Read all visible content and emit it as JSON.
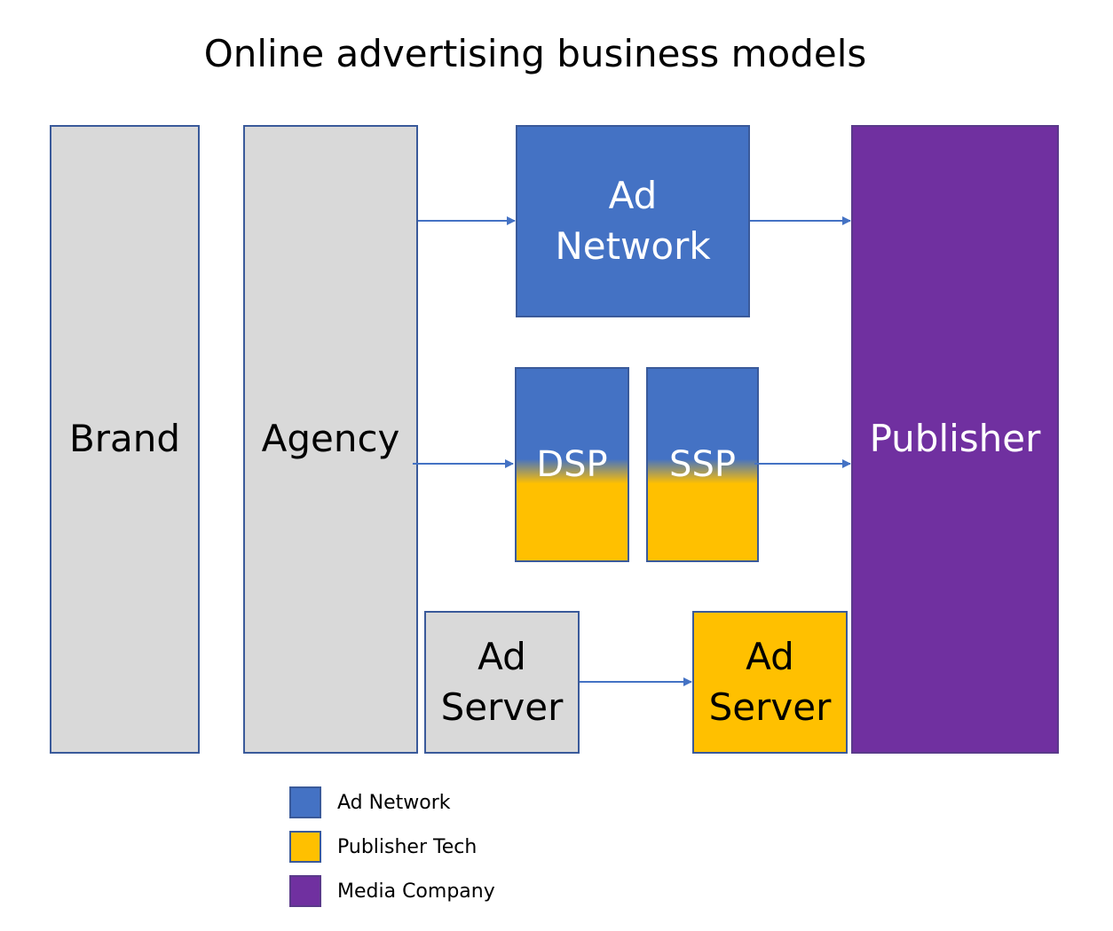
{
  "title": "Online advertising business models",
  "nodes": {
    "brand": "Brand",
    "agency": "Agency",
    "ad_network": "Ad\nNetwork",
    "dsp": "DSP",
    "ssp": "SSP",
    "publisher": "Publisher",
    "ad_server_agency": "Ad\nServer",
    "ad_server_publisher": "Ad\nServer"
  },
  "legend": [
    {
      "label": "Ad Network",
      "color": "#4472c4"
    },
    {
      "label": "Publisher Tech",
      "color": "#ffc000"
    },
    {
      "label": "Media Company",
      "color": "#7030a0"
    }
  ],
  "colors": {
    "ad_network": "#4472c4",
    "publisher_tech": "#ffc000",
    "media_company": "#7030a0",
    "neutral": "#d9d9d9",
    "arrow": "#4472c4"
  }
}
